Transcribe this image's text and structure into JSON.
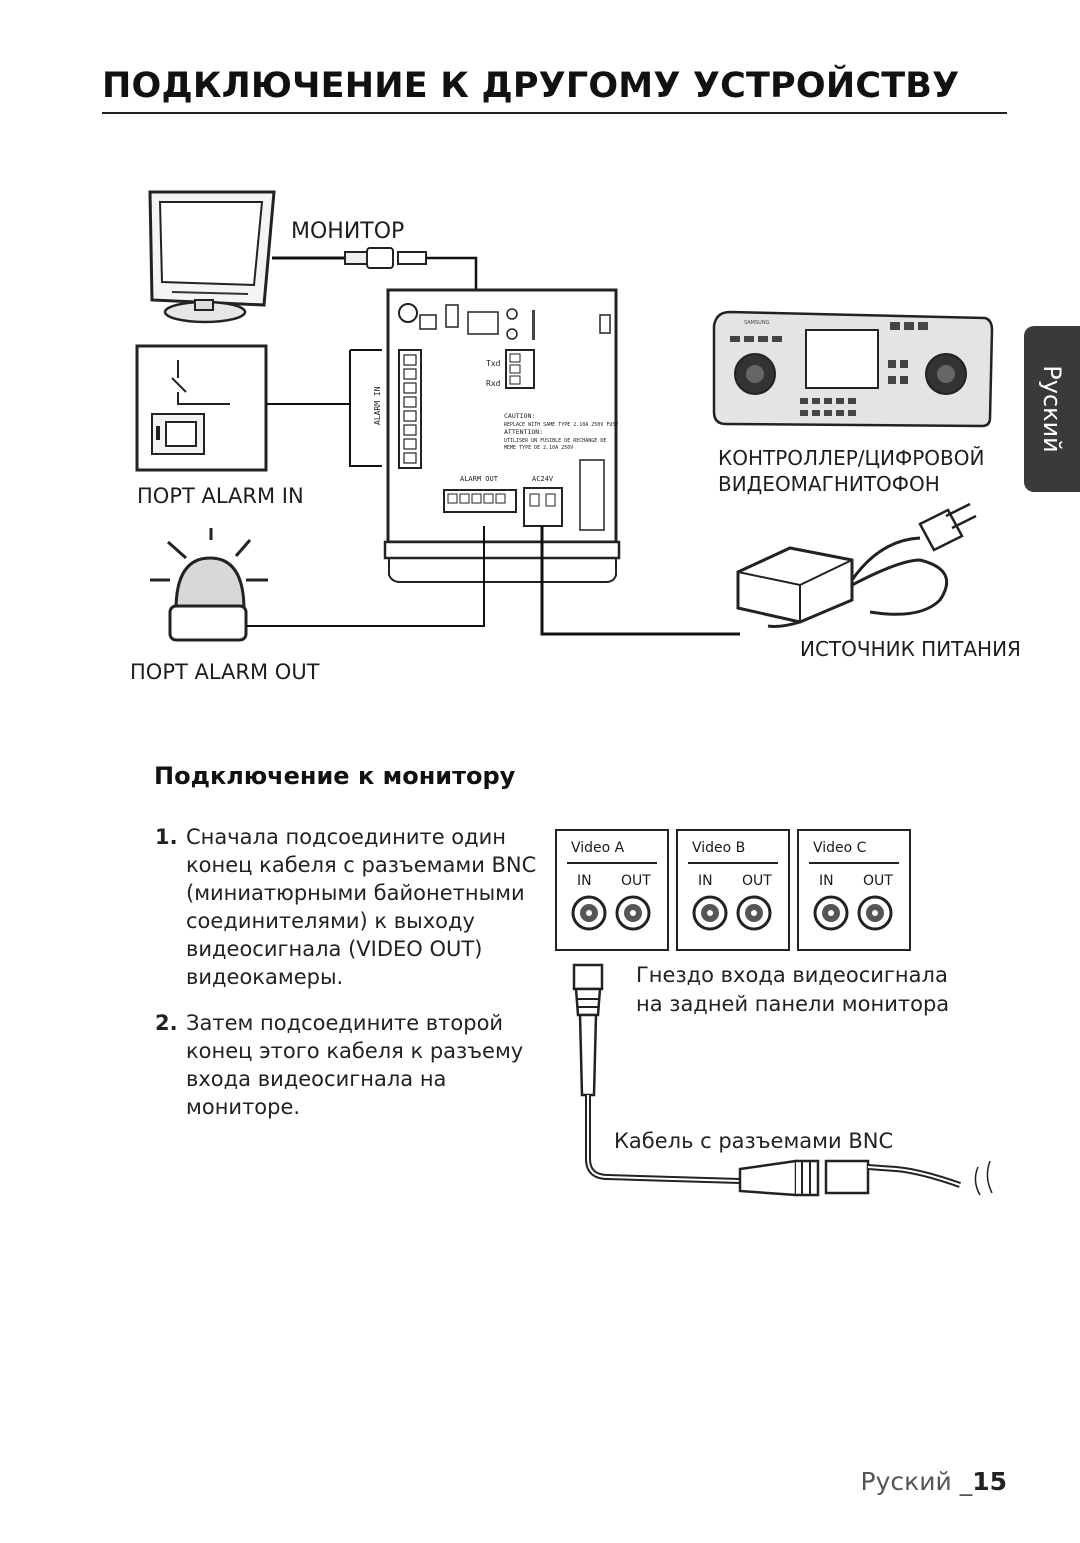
{
  "page": {
    "title": "ПОДКЛЮЧЕНИЕ К ДРУГОМУ УСТРОЙСТВУ",
    "side_tab": "Руский",
    "footer_lang": "Руский _",
    "footer_page": "15"
  },
  "diagram": {
    "monitor_label": "МОНИТОР",
    "alarm_in_label": "ПОРТ ALARM IN",
    "alarm_out_label": "ПОРТ ALARM OUT",
    "controller_label_line1": "КОНТРОЛЛЕР/ЦИФРОВОЙ",
    "controller_label_line2": "ВИДЕОМАГНИТОФОН",
    "power_label": "ИСТОЧНИК ПИТАНИЯ",
    "board_caution_1": "CAUTION:",
    "board_caution_2": "REPLACE WITH SAME TYPE 2.10A 250V FUSE",
    "board_attention_1": "ATTENTION:",
    "board_attention_2": "UTILISER UN FUSIBLE DE RECHANGE DE",
    "board_attention_3": "MEME TYPE DE 2.10A 250V",
    "board_alarm_out": "ALARM OUT",
    "board_ac24": "AC24V",
    "board_alarm_in": "ALARM IN",
    "board_txd": "Txd",
    "board_rxd": "Rxd",
    "controller_brand": "SAMSUNG"
  },
  "section": {
    "heading": "Подключение к монитору",
    "steps": [
      {
        "num": "1.",
        "text": "Сначала подсоедините один конец кабеля с разъемами BNC (миниатюрными байонетными соединителями) к выходу видеосигнала (VIDEO OUT) видеокамеры."
      },
      {
        "num": "2.",
        "text": "Затем подсоедините второй конец этого кабеля к разъему входа видеосигнала на мониторе."
      }
    ],
    "panels": [
      {
        "title": "Video A",
        "in": "IN",
        "out": "OUT"
      },
      {
        "title": "Video B",
        "in": "IN",
        "out": "OUT"
      },
      {
        "title": "Video C",
        "in": "IN",
        "out": "OUT"
      }
    ],
    "jack_caption_line1": "Гнездо входа видеосигнала",
    "jack_caption_line2": "на задней панели монитора",
    "cable_caption": "Кабель с разъемами BNC"
  }
}
